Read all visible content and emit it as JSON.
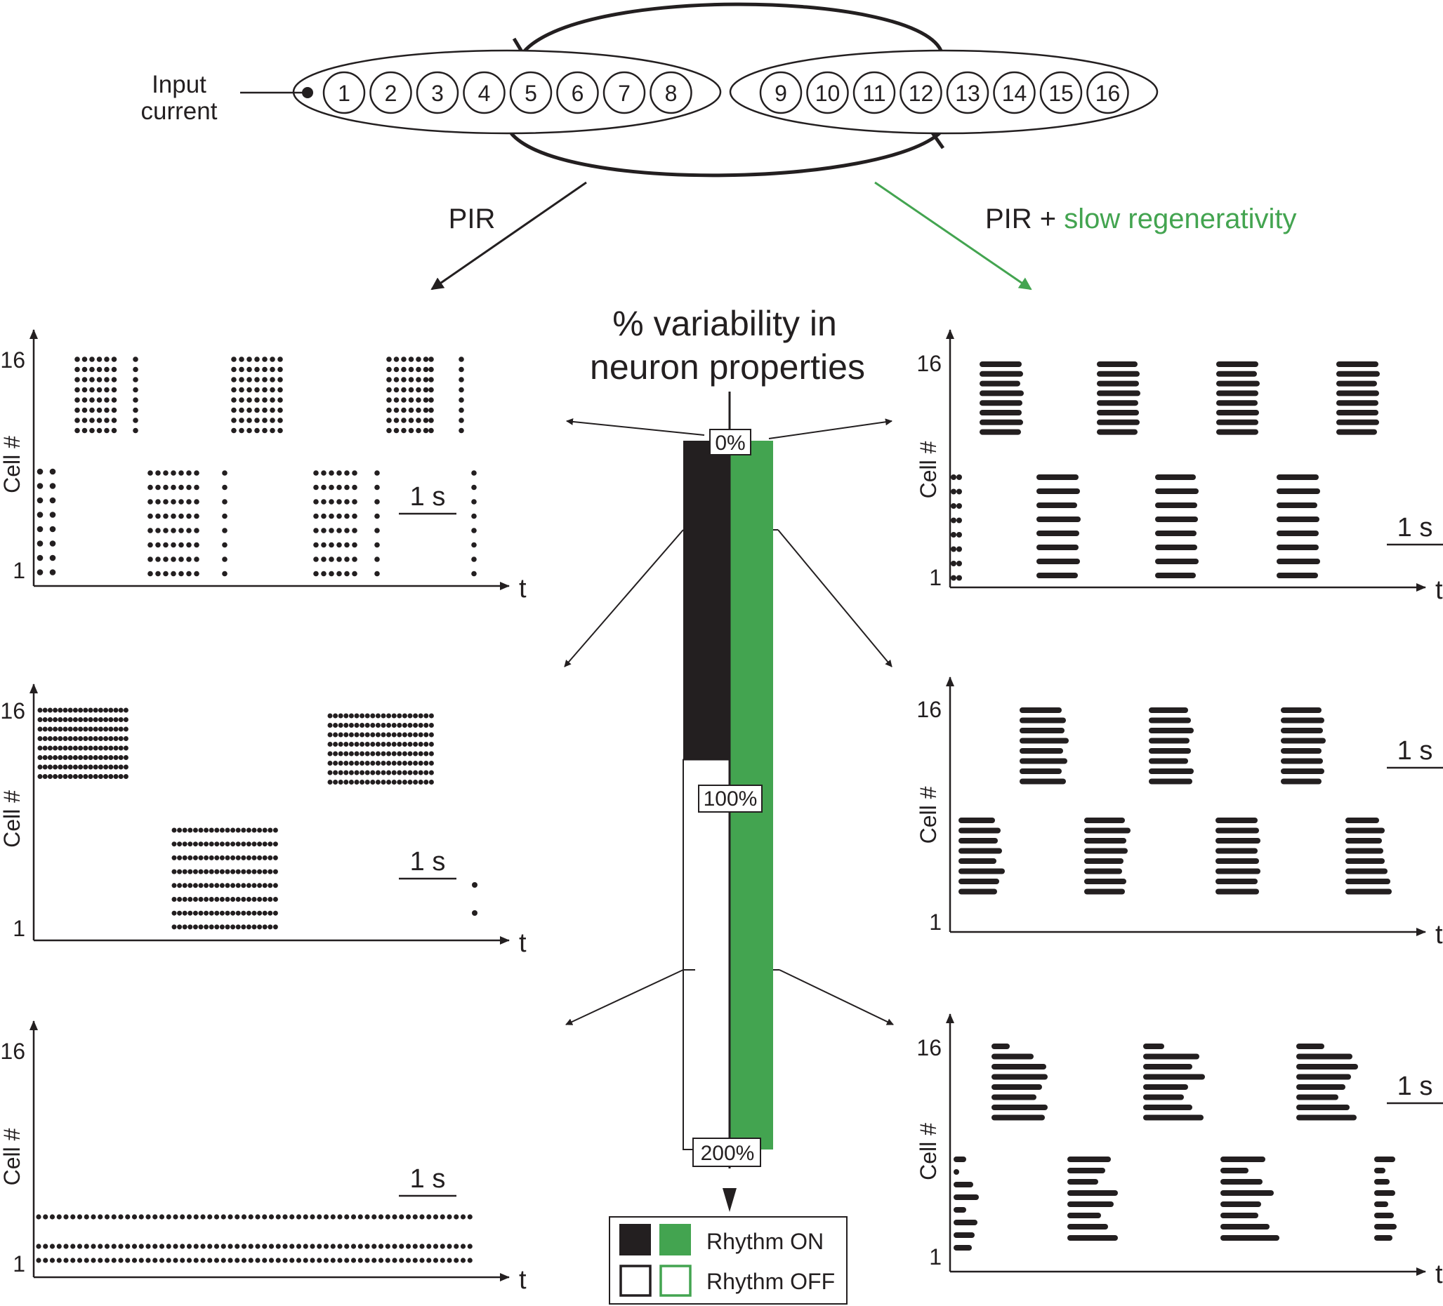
{
  "network": {
    "input_label_line1": "Input",
    "input_label_line2": "current",
    "group_a_cells": [
      "1",
      "2",
      "3",
      "4",
      "5",
      "6",
      "7",
      "8"
    ],
    "group_b_cells": [
      "9",
      "10",
      "11",
      "12",
      "13",
      "14",
      "15",
      "16"
    ]
  },
  "branches": {
    "left": "PIR",
    "right_prefix": "PIR + ",
    "right_highlight": "slow regenerativity"
  },
  "center": {
    "title_line1": "% variability in",
    "title_line2": "neuron properties",
    "label_top": "0%",
    "label_mid": "100%",
    "label_bottom": "200%",
    "pir_on_fraction": 0.45,
    "slow_on_fraction": 1.0
  },
  "legend": {
    "on_label": "Rhythm ON",
    "off_label": "Rhythm OFF"
  },
  "raster_common": {
    "y_top": "16",
    "y_bottom": "1",
    "y_label": "Cell #",
    "x_label": "t",
    "scale_label": "1 s"
  },
  "colors": {
    "pir": "#231f20",
    "slow_regen": "#43a450"
  }
}
